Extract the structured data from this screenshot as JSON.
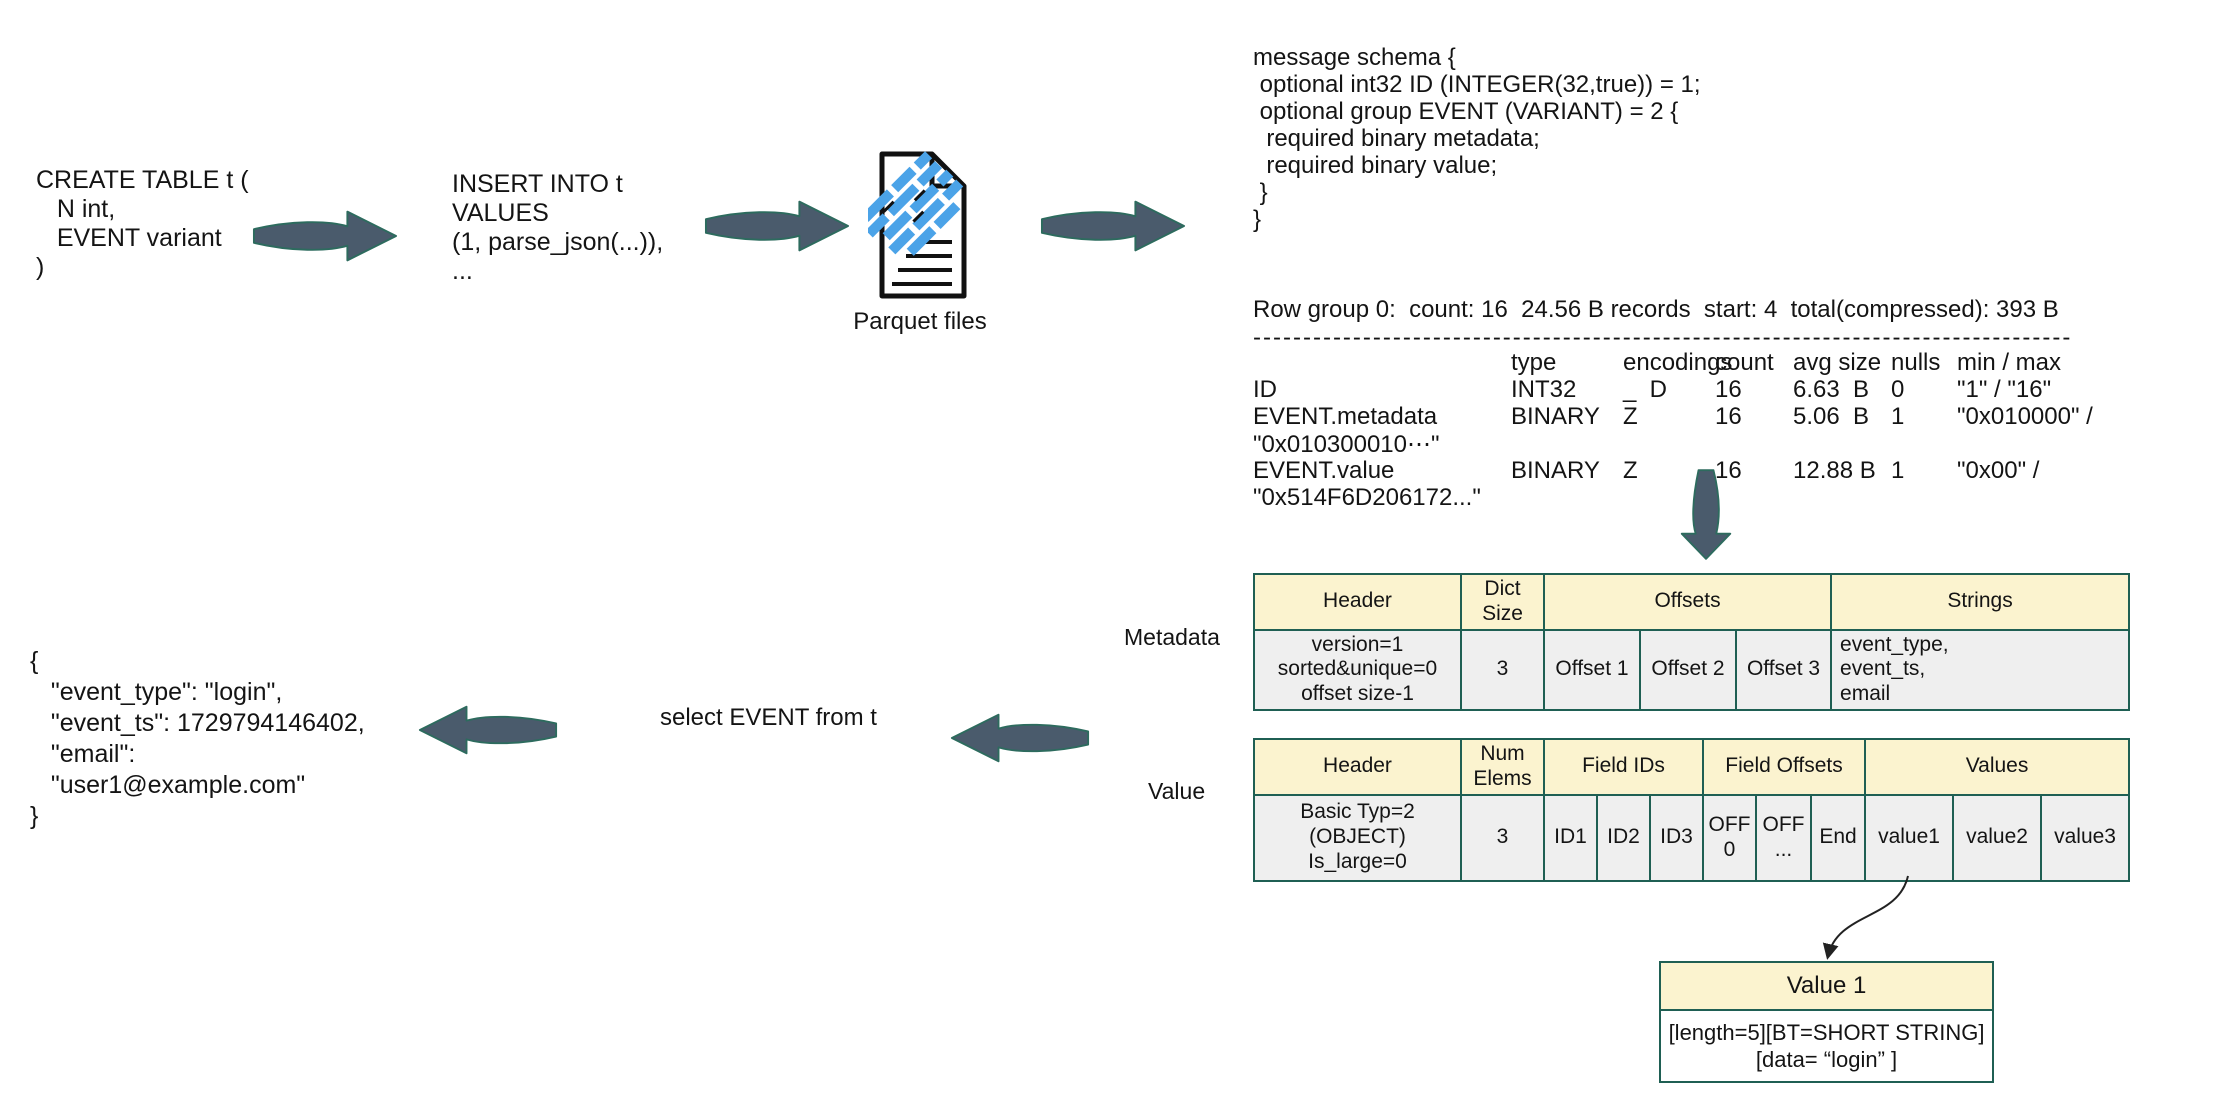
{
  "colors": {
    "arrow_fill": "#4a5b6c",
    "arrow_outline": "#2d6b5e",
    "table_border": "#1f5f53",
    "table_header_bg": "#fbf3cf",
    "table_body_bg": "#efefef",
    "parquet_blue": "#4ba3e8",
    "text": "#141414"
  },
  "sql_create": "CREATE TABLE t (\n   N int,\n   EVENT variant\n)",
  "sql_insert": "INSERT INTO t\nVALUES\n(1, parse_json(...)),\n...",
  "parquet": {
    "label": "Parquet files"
  },
  "schema": {
    "text": "message schema {\n optional int32 ID (INTEGER(32,true)) = 1;\n optional group EVENT (VARIANT) = 2 {\n  required binary metadata;\n  required binary value;\n }\n}"
  },
  "row_group": {
    "summary": "Row group 0:  count: 16  24.56 B records  start: 4  total(compressed): 393 B",
    "divider": "----------------------------------------------------------------------------------",
    "columns": {
      "type": "type",
      "encodings": "encodings",
      "count": "count",
      "avg_size": "avg size",
      "nulls": "nulls",
      "minmax": "min / max"
    },
    "rows": [
      {
        "name": "ID",
        "type": "INT32",
        "enc": "_  D",
        "count": "16",
        "avg": "6.63  B",
        "nulls": "0",
        "minmax": "\"1\" / \"16\""
      },
      {
        "name": "EVENT.metadata",
        "type": "BINARY",
        "enc": "Z",
        "count": "16",
        "avg": "5.06  B",
        "nulls": "1",
        "minmax": "\"0x010000\" /"
      },
      {
        "name": "\"0x010300010⋯\"",
        "type": "",
        "enc": "",
        "count": "",
        "avg": "",
        "nulls": "",
        "minmax": ""
      },
      {
        "name": "EVENT.value",
        "type": "BINARY",
        "enc": "Z",
        "count": "16",
        "avg": "12.88 B",
        "nulls": "1",
        "minmax": "\"0x00\" /"
      },
      {
        "name": "\"0x514F6D206172...\"",
        "type": "",
        "enc": "",
        "count": "",
        "avg": "",
        "nulls": "",
        "minmax": ""
      }
    ]
  },
  "metadata_table": {
    "label": "Metadata",
    "headers": {
      "header": "Header",
      "dict_size": "Dict\nSize",
      "offsets": "Offsets",
      "strings": "Strings"
    },
    "row": {
      "header": "version=1\nsorted&unique=0\noffset size-1",
      "dict_size": "3",
      "offset1": "Offset 1",
      "offset2": "Offset 2",
      "offset3": "Offset 3",
      "strings": "event_type,\nevent_ts,\nemail"
    }
  },
  "value_table": {
    "label": "Value",
    "headers": {
      "header": "Header",
      "num_elems": "Num\nElems",
      "field_ids": "Field IDs",
      "field_offsets": "Field Offsets",
      "values": "Values"
    },
    "row": {
      "header": "Basic Typ=2\n(OBJECT)\nIs_large=0",
      "num_elems": "3",
      "id1": "ID1",
      "id2": "ID2",
      "id3": "ID3",
      "off0": "OFF0",
      "off_more": "OFF\n...",
      "end": "End",
      "value1": "value1",
      "value2": "value2",
      "value3": "value3"
    }
  },
  "select_sql": "select EVENT from t",
  "result_json": "{\n   \"event_type\": \"login\",\n   \"event_ts\": 1729794146402,\n   \"email\":\n   \"user1@example.com\"\n}",
  "value1_box": {
    "title": "Value 1",
    "body": "[length=5][BT=SHORT STRING]\n[data=  “login”  ]"
  }
}
